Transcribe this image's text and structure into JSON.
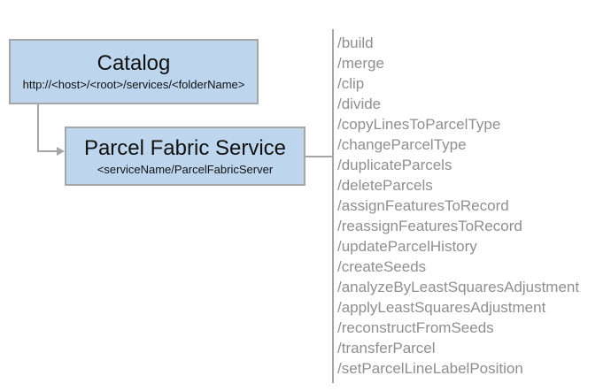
{
  "catalog_box": {
    "title": "Catalog",
    "subtitle": "http://<host>/<root>/services/<folderName>"
  },
  "service_box": {
    "title": "Parcel Fabric Service",
    "subtitle": "<serviceName/ParcelFabricServer"
  },
  "endpoints": {
    "items": [
      "/build",
      "/merge",
      "/clip",
      "/divide",
      "/copyLinesToParcelType",
      "/changeParcelType",
      "/duplicateParcels",
      "/deleteParcels",
      "/assignFeaturesToRecord",
      "/reassignFeaturesToRecord",
      "/updateParcelHistory",
      "/createSeeds",
      "/analyzeByLeastSquaresAdjustment",
      "/applyLeastSquaresAdjustment",
      "/reconstructFromSeeds",
      "/transferParcel",
      "/setParcelLineLabelPosition"
    ]
  },
  "colors": {
    "background": "#ffffff",
    "box_fill": "#bdd6ee",
    "box_border": "#a6a6a6",
    "connector": "#a6a6a6",
    "box_title_text": "#111111",
    "endpoint_text": "#8f8f8f"
  }
}
